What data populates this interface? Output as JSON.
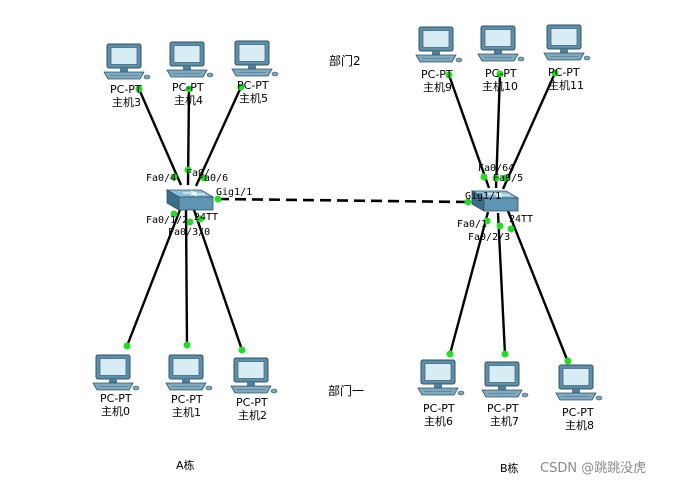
{
  "labels": {
    "dept2": "部门2",
    "dept1": "部门一",
    "building_a": "A栋",
    "building_b": "B栋",
    "watermark": "CSDN @跳跳没虎"
  },
  "switches": {
    "a": {
      "model_fragment": "24TT",
      "ports": {
        "p1": "Fa0/4",
        "p2": "Fa0/",
        "p3": "Fa0/6",
        "p4": "Gig1/1",
        "p5": "Fa0/1/2",
        "p6": "Fa0/3/0"
      }
    },
    "b": {
      "model_fragment": "24TT",
      "ports": {
        "p1": "Fa0/64",
        "p2": "Fa0/5",
        "p3": "Gig1/1",
        "p4": "Fa0/1",
        "p5": "Fa0/2/3"
      }
    }
  },
  "pcs": {
    "pc3": {
      "type": "PC-PT",
      "name": "主机3"
    },
    "pc4": {
      "type": "PC-PT",
      "name": "主机4"
    },
    "pc5": {
      "type": "PC-PT",
      "name": "主机5"
    },
    "pc9": {
      "type": "PC-PT",
      "name": "主机9"
    },
    "pc10": {
      "type": "PC-PT",
      "name": "主机10"
    },
    "pc11": {
      "type": "PC-PT",
      "name": "主机11"
    },
    "pc0": {
      "type": "PC-PT",
      "name": "主机0"
    },
    "pc1": {
      "type": "PC-PT",
      "name": "主机1"
    },
    "pc2": {
      "type": "PC-PT",
      "name": "主机2"
    },
    "pc6": {
      "type": "PC-PT",
      "name": "主机6"
    },
    "pc7": {
      "type": "PC-PT",
      "name": "主机7"
    },
    "pc8": {
      "type": "PC-PT",
      "name": "主机8"
    }
  },
  "colors": {
    "link": "#000000",
    "port_led": "#22dd22",
    "switch_body": "#5f95b3",
    "pc_body": "#6f9eb8"
  }
}
